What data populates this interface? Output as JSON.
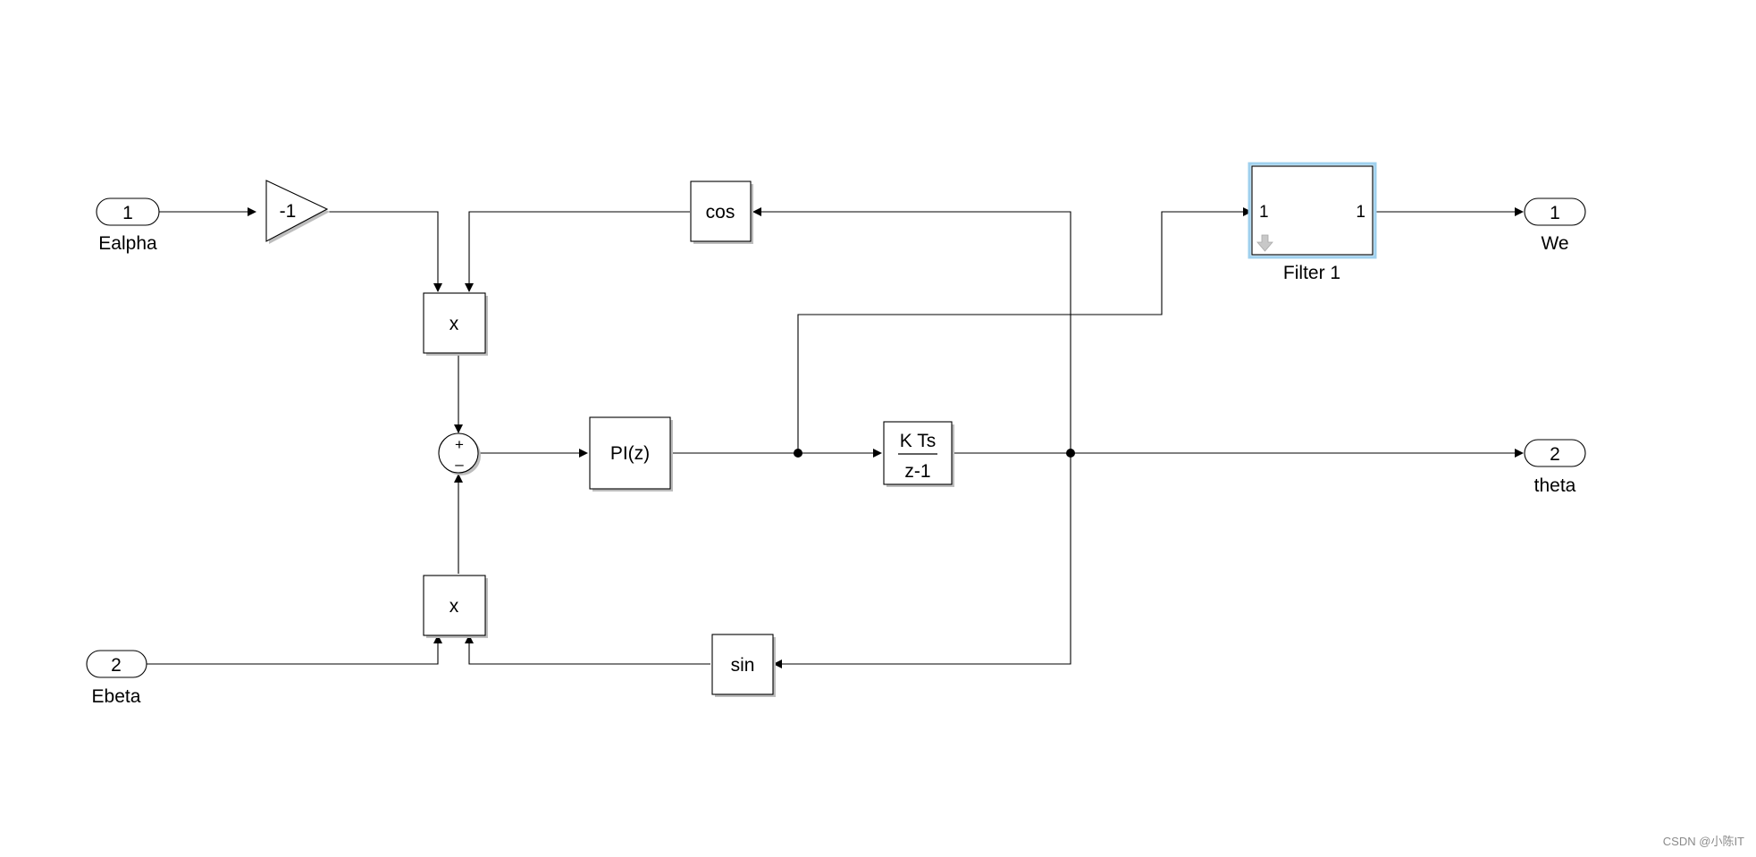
{
  "diagram": {
    "inports": [
      {
        "num": "1",
        "label": "Ealpha"
      },
      {
        "num": "2",
        "label": "Ebeta"
      }
    ],
    "outports": [
      {
        "num": "1",
        "label": "We"
      },
      {
        "num": "2",
        "label": "theta"
      }
    ],
    "gain": {
      "value": "-1"
    },
    "cos": {
      "label": "cos"
    },
    "sin": {
      "label": "sin"
    },
    "product_top": {
      "label": "x"
    },
    "product_bottom": {
      "label": "x"
    },
    "sum": {
      "plus": "+",
      "minus": "–"
    },
    "pi": {
      "label": "PI(z)"
    },
    "integrator": {
      "numerator": "K Ts",
      "denominator": "z-1"
    },
    "filter": {
      "name": "Filter 1",
      "in_port": "1",
      "out_port": "1",
      "badge_icon": "down-arrow-icon"
    }
  },
  "watermark": "CSDN @小陈IT"
}
